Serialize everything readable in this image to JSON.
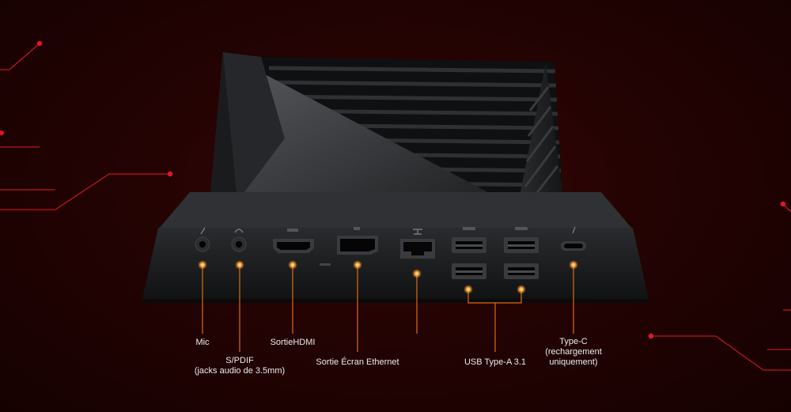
{
  "colors": {
    "accent_line": "#c0161c",
    "glow": "#ffb347",
    "dock_body": "#1b1c1e",
    "label_text": "#ececec"
  },
  "labels": {
    "mic": "Mic",
    "spdif_line1": "S/PDIF",
    "spdif_line2": "(jacks audio de 3.5mm)",
    "hdmi": "SortieHDMI",
    "display_ethernet": "Sortie Écran Ethernet",
    "usb": "USB Type-A 3.1",
    "typec_line1": "Type-C",
    "typec_line2": "(rechargement",
    "typec_line3": "uniquement)"
  },
  "port_icons": [
    "microphone-icon",
    "headphones-icon",
    "hdmi-icon",
    "displayport-icon",
    "ethernet-icon",
    "usb-icon",
    "usb-icon",
    "usb-c-icon"
  ]
}
